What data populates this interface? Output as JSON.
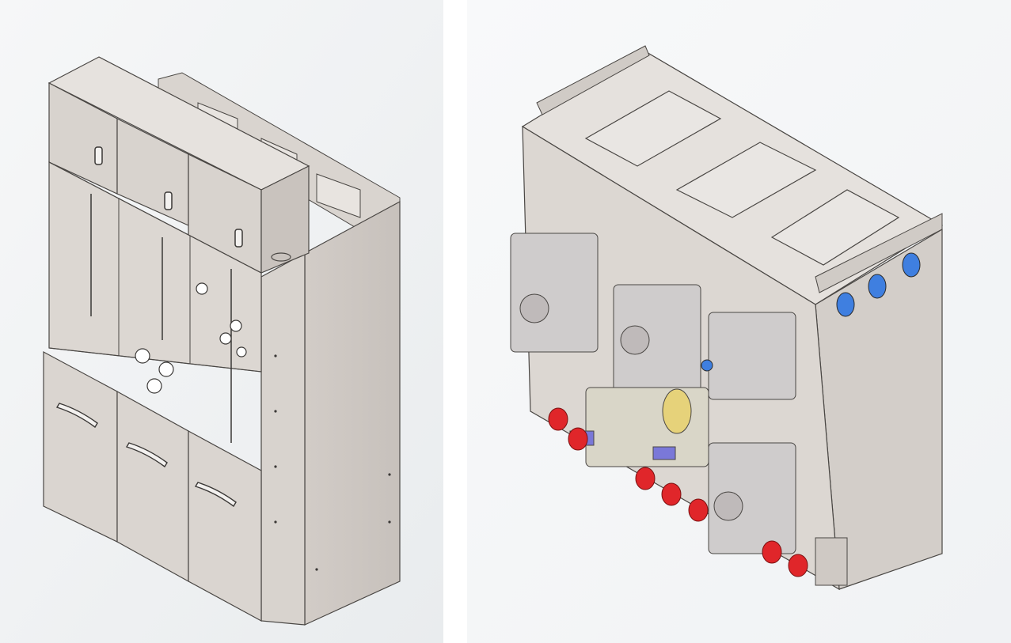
{
  "scene": {
    "views": [
      {
        "id": "front",
        "description_name": "switchgear-cabinet-front-view"
      },
      {
        "id": "rear",
        "description_name": "switchgear-tank-mechanism-view"
      }
    ]
  },
  "colors": {
    "background_left": "#eef0f2",
    "background_right": "#f4f6f7",
    "panel_light": "#e3dfdc",
    "panel_mid": "#d6d1cd",
    "panel_dark": "#bdb7b2",
    "edge": "#4a4744",
    "bushing_red": "#e0262a",
    "bushing_blue": "#3f7fe0",
    "mechanism_grey": "#cfcccc",
    "accent_yellow": "#e6d27a",
    "accent_violet": "#7a78d8"
  }
}
